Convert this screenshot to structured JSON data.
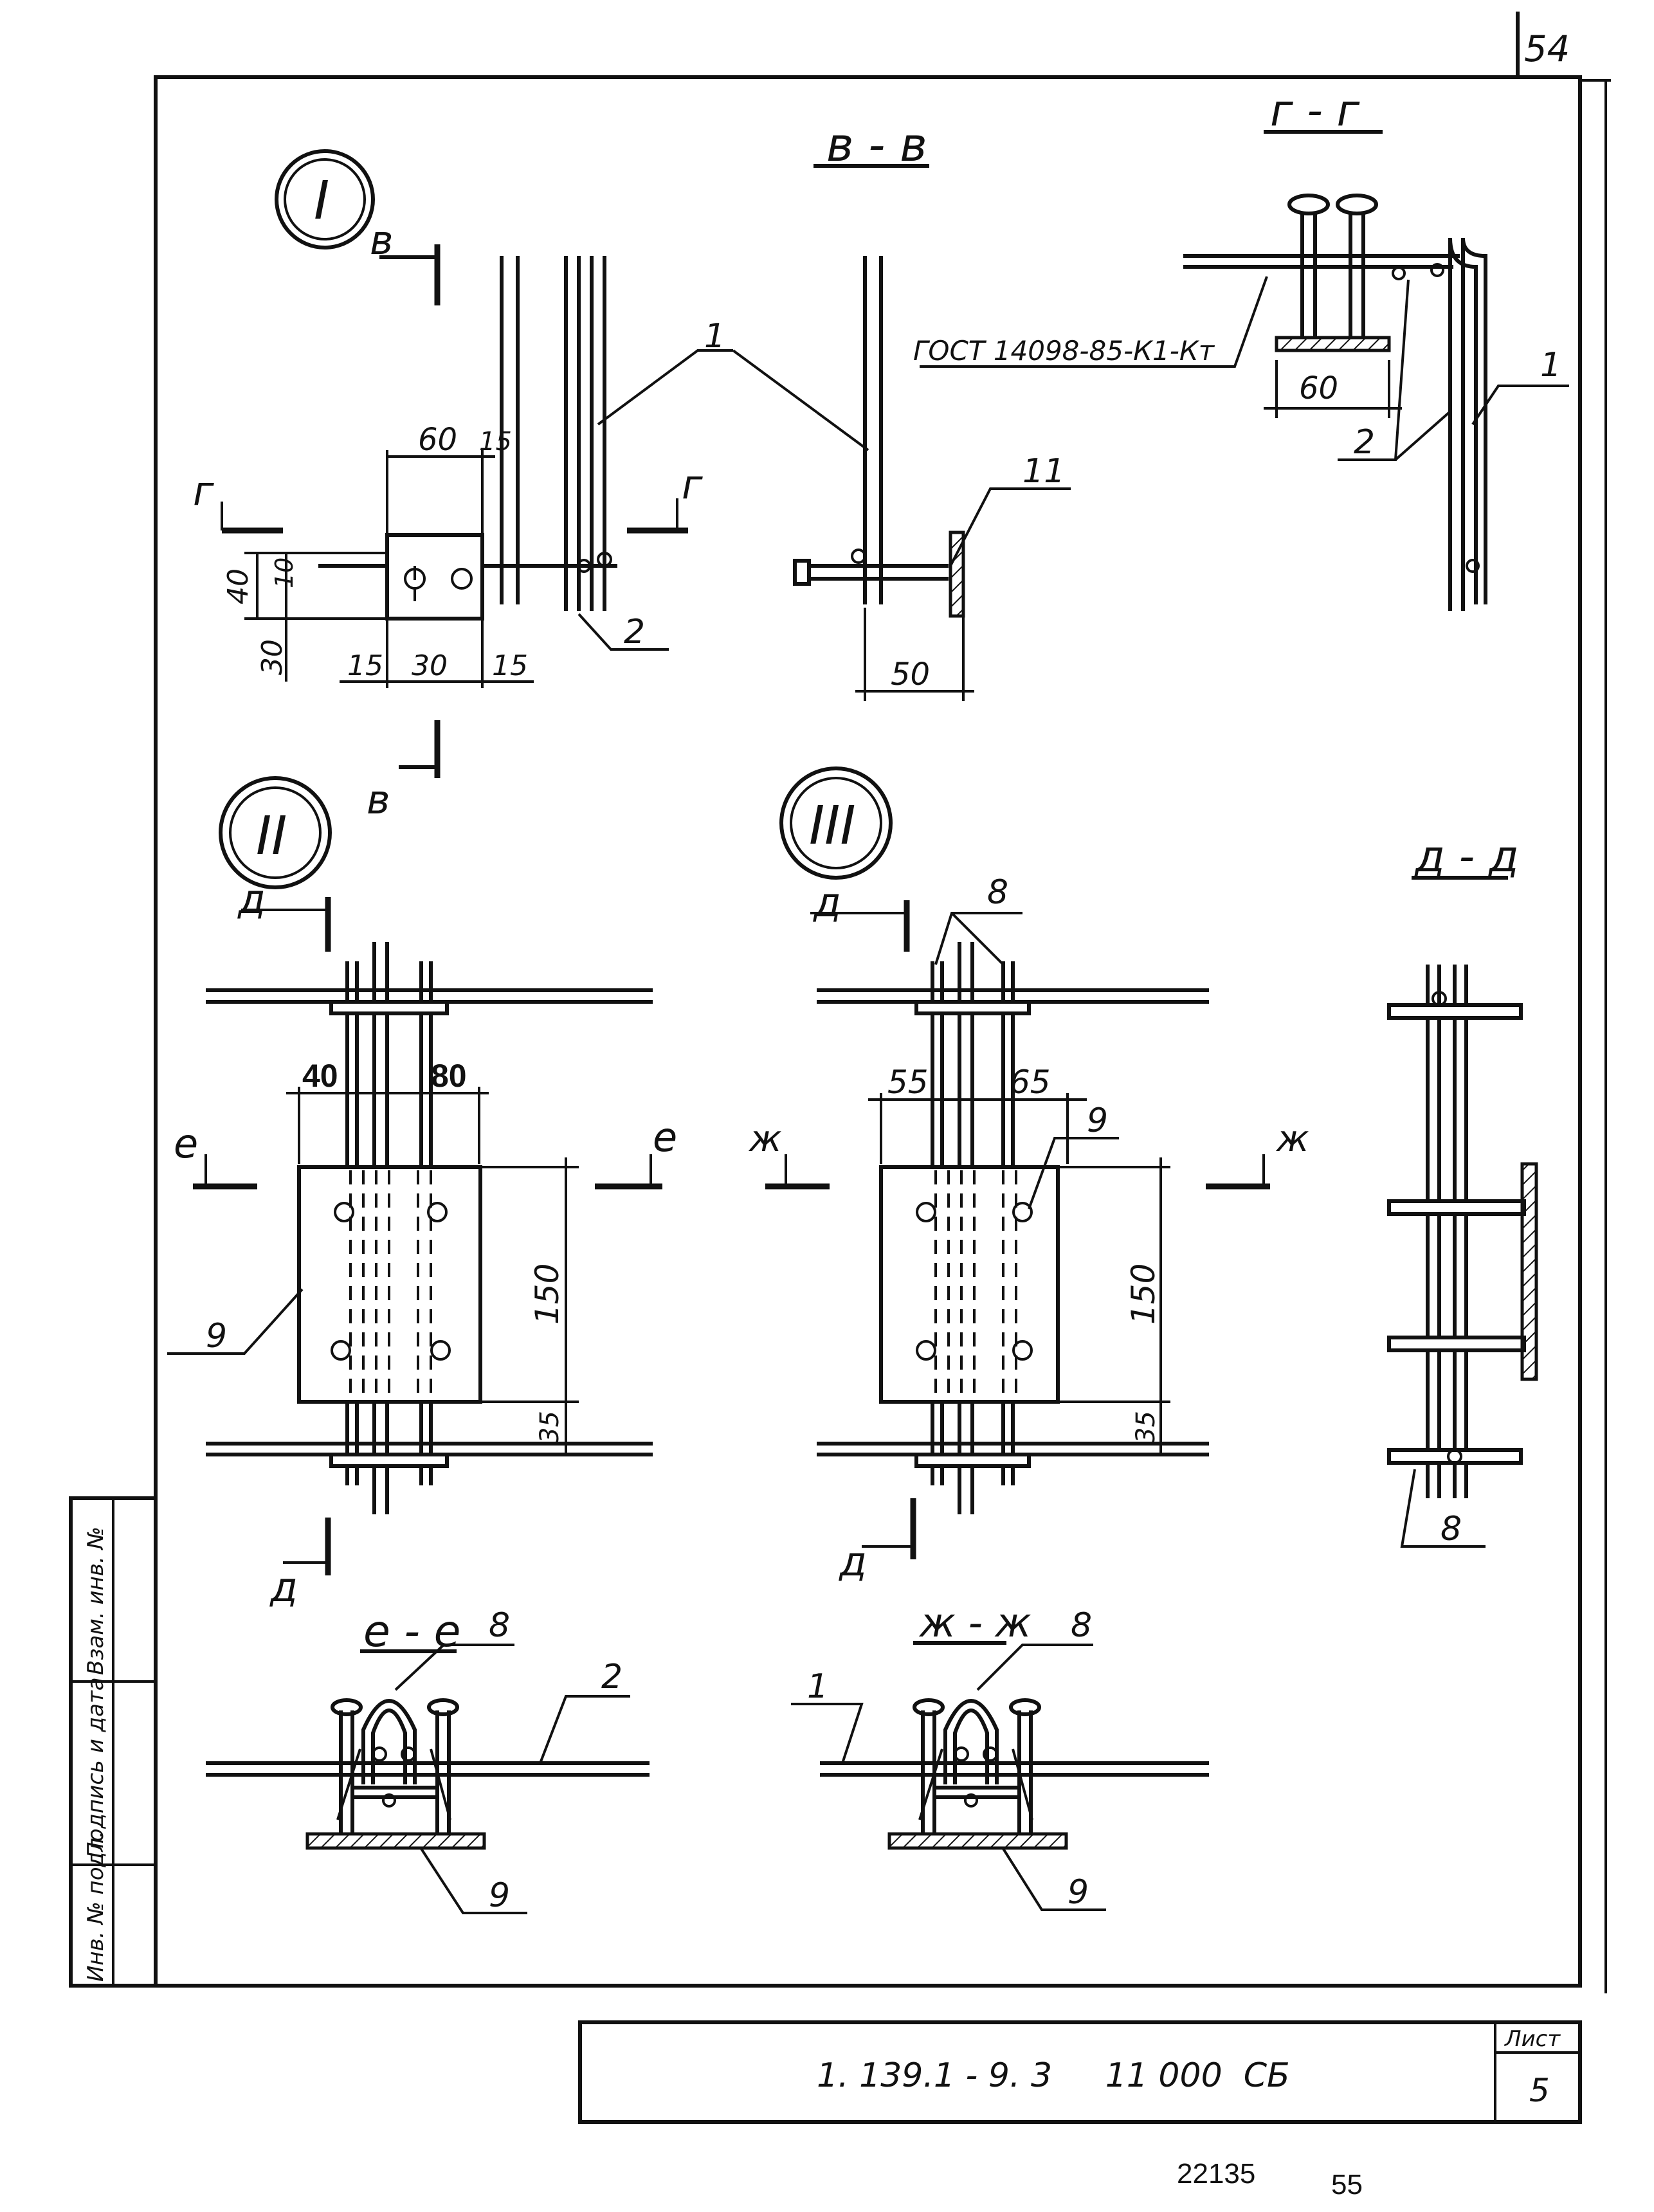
{
  "sheet_corner_number": "54",
  "footer": {
    "left_number": "22135",
    "right_number": "55"
  },
  "title_block": {
    "designation": "1. 139.1 - 9. 3     11 000  СБ",
    "sheet_label": "Лист",
    "sheet_number": "5"
  },
  "side_stamp": {
    "inv_no_orig": "Инв. № подл.",
    "signature_date": "Подпись и дата",
    "replace_inv_no": "Взам. инв. №"
  },
  "node_I": {
    "circle_label": "I",
    "section_marks": [
      "в",
      "в",
      "г",
      "г"
    ],
    "dims": {
      "d60": "60",
      "d15a": "15",
      "d40": "40",
      "d10": "10",
      "d30v": "30",
      "d15b": "15",
      "d30h": "30",
      "d15c": "15"
    },
    "leaders": {
      "pos1": "1",
      "pos2": "2"
    }
  },
  "section_vv": {
    "title": "в - в",
    "leaders": {
      "pos11": "11"
    },
    "dims": {
      "d50": "50"
    }
  },
  "section_gg": {
    "title": "г - г",
    "gost_note": "ГОСТ 14098-85-К1-Кт",
    "dims": {
      "d60": "60"
    },
    "leaders": {
      "pos1": "1",
      "pos2": "2"
    }
  },
  "node_II": {
    "circle_label": "II",
    "section_marks": [
      "д",
      "д",
      "е",
      "е"
    ],
    "dims": {
      "d40": "40",
      "d80": "80",
      "d150": "150",
      "d35": "35"
    },
    "leaders": {
      "pos9": "9"
    }
  },
  "node_III": {
    "circle_label": "III",
    "section_marks": [
      "д",
      "д",
      "ж",
      "ж"
    ],
    "dims": {
      "d55": "55",
      "d65": "65",
      "d150": "150",
      "d35": "35"
    },
    "leaders": {
      "pos8": "8",
      "pos9": "9"
    }
  },
  "section_dd": {
    "title": "д - д",
    "leaders": {
      "pos8": "8"
    }
  },
  "section_ee": {
    "title": "е - е",
    "leaders": {
      "pos8": "8",
      "pos2": "2",
      "pos9": "9"
    }
  },
  "section_zhzh": {
    "title": "ж - ж",
    "leaders": {
      "pos1": "1",
      "pos8": "8",
      "pos9": "9"
    }
  }
}
